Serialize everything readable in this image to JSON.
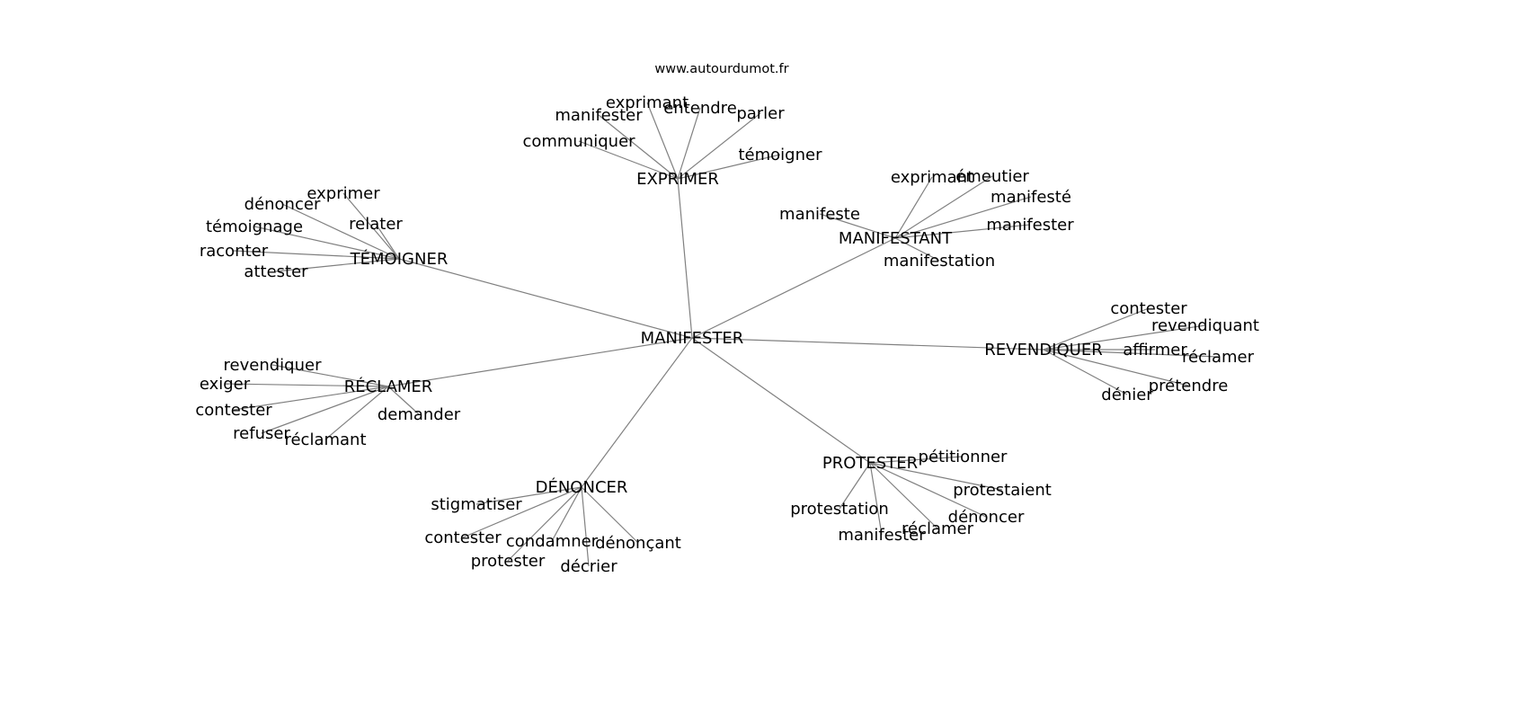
{
  "title": "www.autourdumot.fr",
  "colors": {
    "edge": "#808080",
    "text": "#000000",
    "background": "#ffffff"
  },
  "root": "MANIFESTER",
  "groups": [
    {
      "hub": "EXPRIMER",
      "words": [
        "communiquer",
        "manifester",
        "exprimant",
        "entendre",
        "parler",
        "témoigner"
      ]
    },
    {
      "hub": "TÉMOIGNER",
      "words": [
        "exprimer",
        "dénoncer",
        "témoignage",
        "raconter",
        "attester",
        "relater"
      ]
    },
    {
      "hub": "MANIFESTANT",
      "words": [
        "exprimant",
        "émeutier",
        "manifesté",
        "manifester",
        "manifeste",
        "manifestation"
      ]
    },
    {
      "hub": "REVENDIQUER",
      "words": [
        "contester",
        "revendiquant",
        "affirmer",
        "réclamer",
        "prétendre",
        "dénier"
      ]
    },
    {
      "hub": "RÉCLAMER",
      "words": [
        "revendiquer",
        "exiger",
        "contester",
        "refuser",
        "réclamant",
        "demander"
      ]
    },
    {
      "hub": "DÉNONCER",
      "words": [
        "stigmatiser",
        "contester",
        "condamner",
        "protester",
        "décrier",
        "dénonçant"
      ]
    },
    {
      "hub": "PROTESTER",
      "words": [
        "pétitionner",
        "protestaient",
        "dénoncer",
        "réclamer",
        "manifester",
        "protestation"
      ]
    }
  ]
}
